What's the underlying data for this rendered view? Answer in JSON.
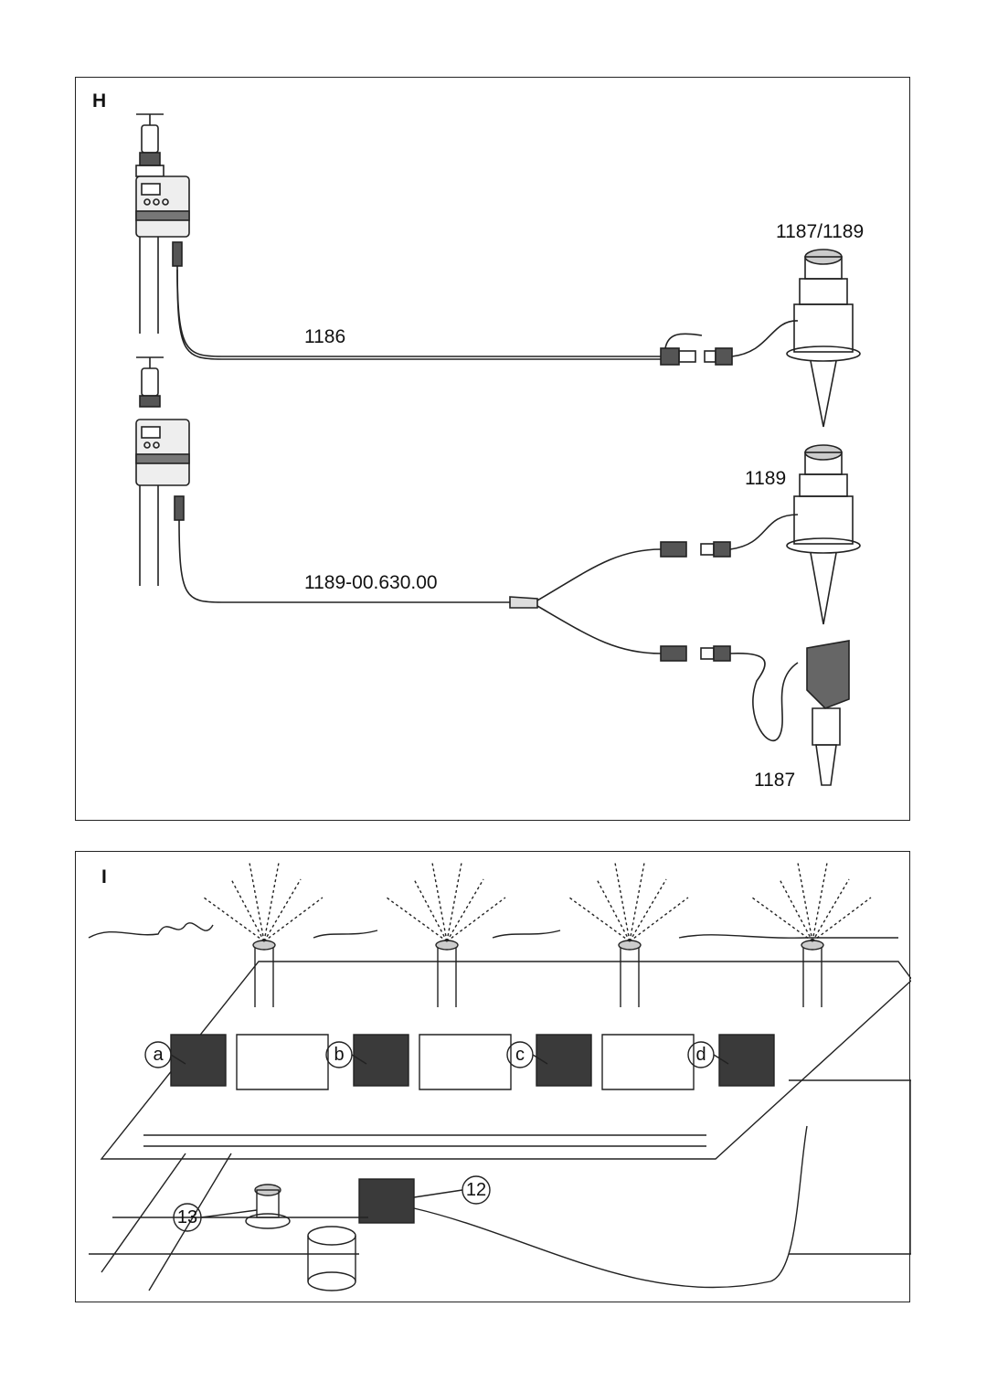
{
  "panel_h": {
    "letter": "H",
    "labels": {
      "sensor_top": "1187/1189",
      "cable_top": "1186",
      "sensor_mid": "1189",
      "cable_y": "1189-00.630.00",
      "sensor_bottom": "1187"
    }
  },
  "panel_i": {
    "letter": "I",
    "callouts": {
      "a": "a",
      "b": "b",
      "c": "c",
      "d": "d",
      "c12": "12",
      "c13": "13"
    }
  },
  "colors": {
    "line": "#222222",
    "box": "#3a3a3a",
    "paper": "#ffffff"
  }
}
